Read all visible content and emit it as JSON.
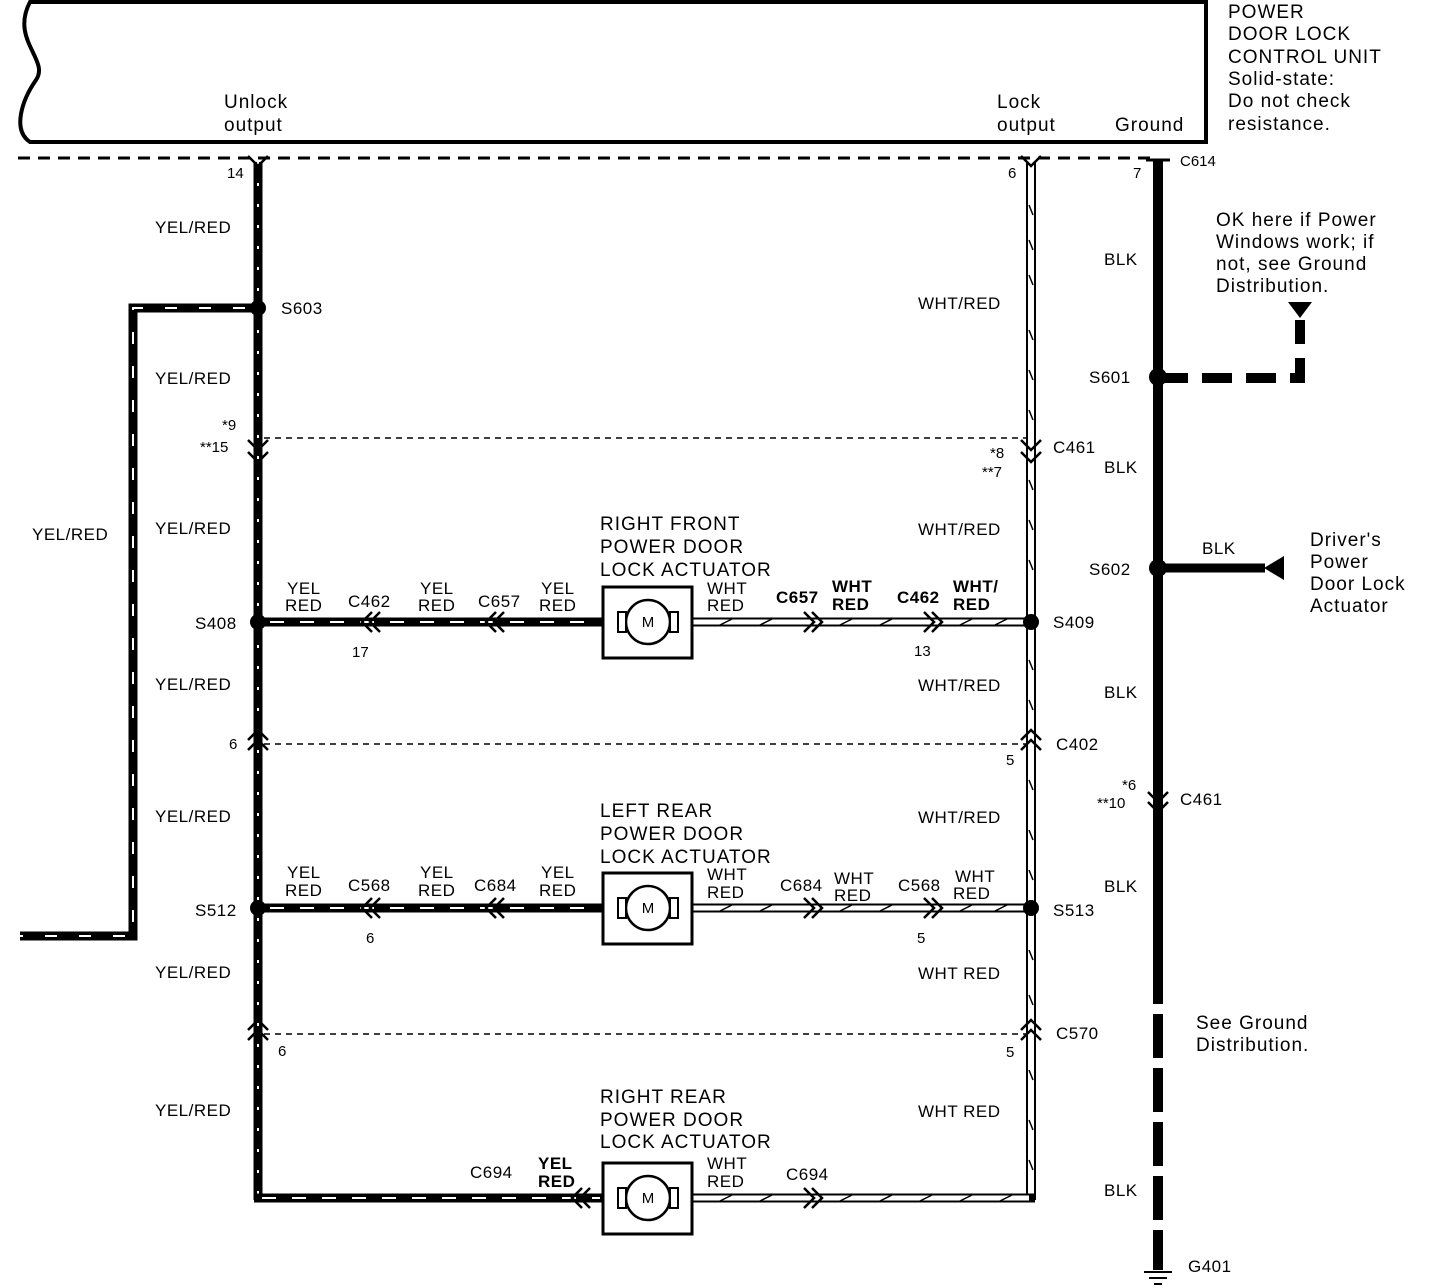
{
  "control_unit": {
    "title_lines": [
      "POWER",
      "DOOR LOCK",
      "CONTROL UNIT",
      "Solid-state:",
      "Do not check",
      "resistance."
    ],
    "unlock_output": [
      "Unlock",
      "output"
    ],
    "lock_output": [
      "Lock",
      "output"
    ],
    "ground": "Ground",
    "connector": "C614",
    "pins": {
      "unlock": "14",
      "lock": "6",
      "ground": "7"
    }
  },
  "wires": {
    "yel_red": "YEL/RED",
    "wht_red": "WHT/RED",
    "wht_red_b": "WHT RED",
    "blk": "BLK",
    "yel": "YEL",
    "red": "RED",
    "wht": "WHT",
    "wht_slash": "WHT/",
    "wht_trail": "WHT",
    "yel_trail": "YEL"
  },
  "splices": {
    "s603": "S603",
    "s408": "S408",
    "s409": "S409",
    "s512": "S512",
    "s513": "S513",
    "s601": "S601",
    "s602": "S602"
  },
  "connectors": {
    "c461": "C461",
    "c402": "C402",
    "c570": "C570",
    "c462": "C462",
    "c657": "C657",
    "c568": "C568",
    "c684": "C684",
    "c694": "C694",
    "g401": "G401"
  },
  "pins": {
    "c461_left": [
      "*9",
      "**15"
    ],
    "c461_right": [
      "*8",
      "**7"
    ],
    "c461_gnd": [
      "*6",
      "**10"
    ],
    "c462_rf_left": "17",
    "c462_rf_right": "13",
    "c402_left": "6",
    "c402_right": "5",
    "c568_lr_left": "6",
    "c568_lr_right": "5",
    "c570_left": "6",
    "c570_right": "5"
  },
  "actuators": {
    "right_front": [
      "RIGHT FRONT",
      "POWER DOOR",
      "LOCK ACTUATOR"
    ],
    "left_rear": [
      "LEFT REAR",
      "POWER DOOR",
      "LOCK ACTUATOR"
    ],
    "right_rear": [
      "RIGHT REAR",
      "POWER DOOR",
      "LOCK ACTUATOR"
    ],
    "motor": "M"
  },
  "notes": {
    "power_windows": [
      "OK here if Power",
      "Windows work; if",
      "not, see Ground",
      "Distribution."
    ],
    "drivers_actuator": [
      "Driver's",
      "Power",
      "Door Lock",
      "Actuator"
    ],
    "see_ground": [
      "See Ground",
      "Distribution."
    ]
  }
}
